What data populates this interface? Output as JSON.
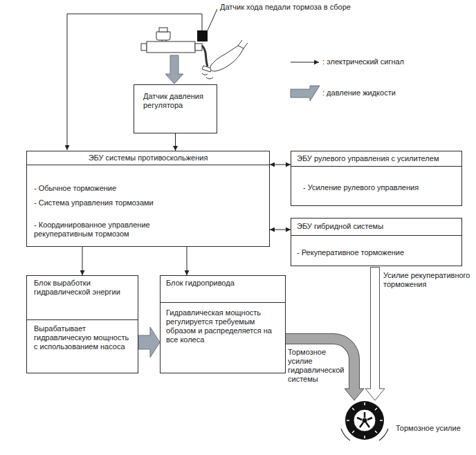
{
  "diagram": {
    "nodes": [
      {
        "text": [
          "Датчик давления регулятора"
        ]
      },
      {
        "text": [
          "ЭБУ системы противоскольжения",
          "- Обычное торможение",
          "- Система управления тормозами",
          "- Координированное управление рекуперативным тормозом"
        ]
      },
      {
        "text": [
          "ЭБУ рулевого управления с усилителем",
          "- Усиление рулевого управления"
        ]
      },
      {
        "text": [
          "ЭБУ гибридной системы",
          "- Рекуперативное торможение"
        ]
      },
      {
        "text": [
          "Блок выработки гидравлической энергии",
          "Вырабатывает гидравлическую мощность с использованием насоса"
        ]
      },
      {
        "text": [
          "Блок гидропривода",
          "Гидравлическая мощность регулируется требуемым образом и распределяется на все колеса"
        ]
      }
    ],
    "edges": [
      {
        "from": 0,
        "to": 1,
        "arrow": "to"
      },
      {
        "from": 1,
        "to": 2,
        "arrow": "both"
      },
      {
        "from": 1,
        "to": 3,
        "arrow": "both"
      },
      {
        "from": 1,
        "to": 4,
        "arrow": "to"
      },
      {
        "from": 1,
        "to": 5,
        "arrow": "to"
      },
      {
        "from": 4,
        "to": 5,
        "arrow": "to"
      }
    ],
    "labels": [
      "Датчик хода педали тормоза в сборе",
      "Усилие рекуперативного торможения",
      "Тормозное усилие гидравлической системы",
      "Тормозное усилие"
    ],
    "legend": [
      {
        "text": ": электрический сигнал"
      },
      {
        "text": ": давление жидкости"
      }
    ]
  }
}
